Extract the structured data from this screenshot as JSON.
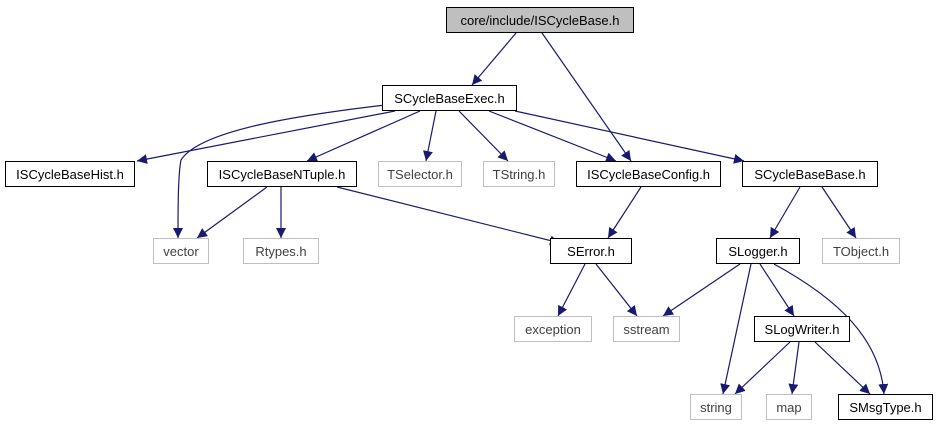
{
  "nodes": {
    "root": "core/include/ISCycleBase.h",
    "exec": "SCycleBaseExec.h",
    "hist": "ISCycleBaseHist.h",
    "ntuple": "ISCycleBaseNTuple.h",
    "tselector": "TSelector.h",
    "tstring": "TString.h",
    "config": "ISCycleBaseConfig.h",
    "base": "SCycleBaseBase.h",
    "vector": "vector",
    "rtypes": "Rtypes.h",
    "serror": "SError.h",
    "slogger": "SLogger.h",
    "tobject": "TObject.h",
    "exception": "exception",
    "sstream": "sstream",
    "slogwriter": "SLogWriter.h",
    "string": "string",
    "map": "map",
    "smsgtype": "SMsgType.h"
  },
  "colors": {
    "edge": "#191970",
    "root_fill": "#bfbfbf",
    "internal_border": "#000000",
    "external_border": "#bfbfbf"
  }
}
